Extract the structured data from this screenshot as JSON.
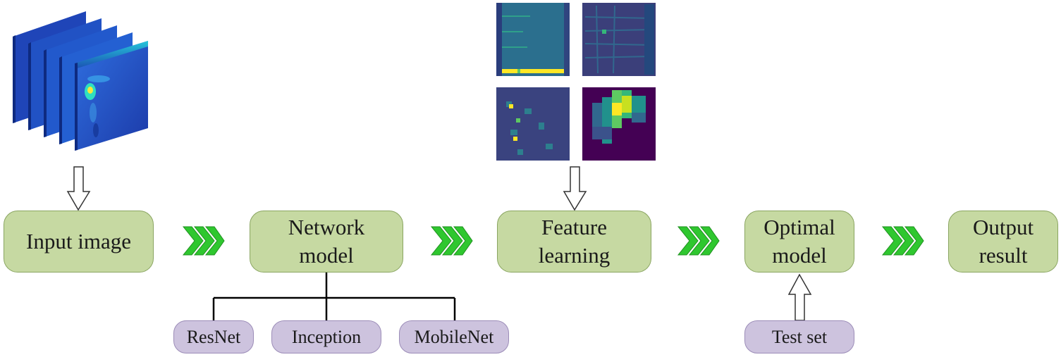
{
  "steps": {
    "input": {
      "line1": "Input image"
    },
    "network": {
      "line1": "Network",
      "line2": "model"
    },
    "feature": {
      "line1": "Feature",
      "line2": "learning"
    },
    "optimal": {
      "line1": "Optimal",
      "line2": "model"
    },
    "output": {
      "line1": "Output",
      "line2": "result"
    }
  },
  "models": [
    "ResNet",
    "Inception",
    "MobileNet"
  ],
  "test_set": "Test set",
  "colors": {
    "step_fill": "#c6d9a2",
    "step_border": "#8aa561",
    "sub_fill": "#cdc3de",
    "sub_border": "#9c8db8",
    "chevron": "#2fc72f",
    "heatmap_dark": "#440154",
    "heatmap_mid": "#21918c",
    "heatmap_bright": "#fde725"
  }
}
